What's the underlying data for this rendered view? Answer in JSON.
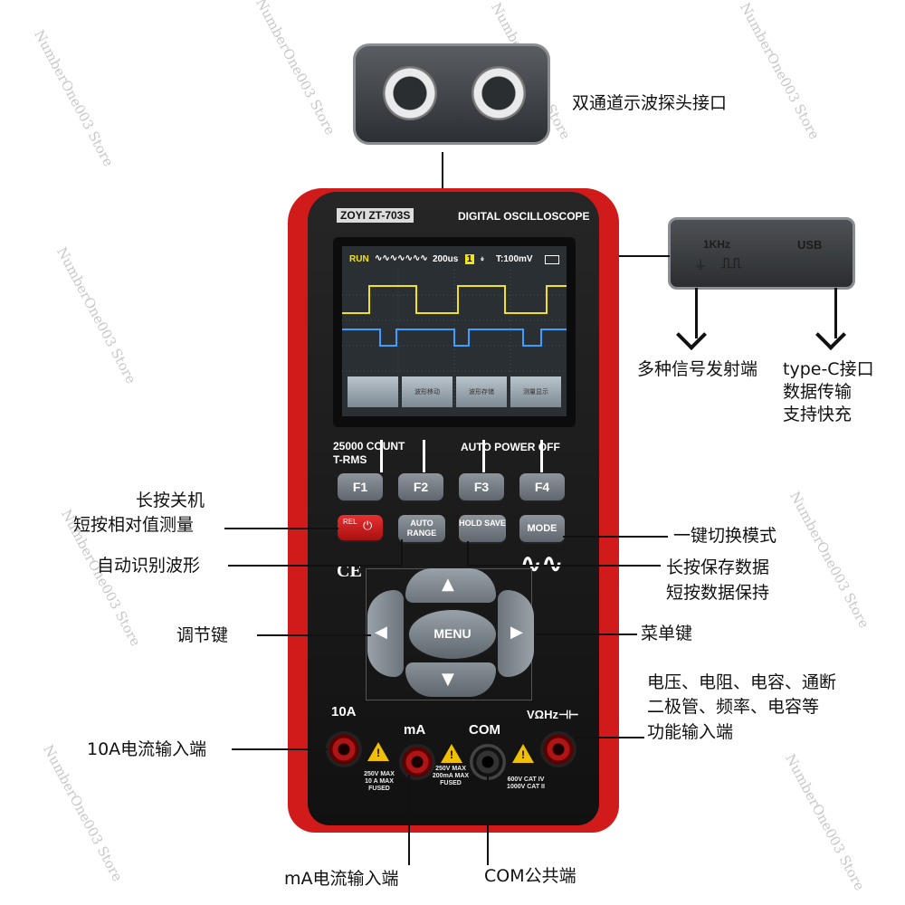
{
  "device": {
    "brand_model": "ZOYI ZT-703S",
    "title": "DIGITAL OSCILLOSCOPE",
    "counts": "25000 COUNT",
    "trms": "T-RMS",
    "auto_power_off": "AUTO POWER OFF",
    "screen": {
      "run": "RUN",
      "timebase": "200us",
      "channel": "1",
      "trigger": "T:100mV",
      "softkeys": [
        "",
        "波形移动",
        "波形存储",
        "测量显示"
      ]
    },
    "buttons": {
      "f1": "F1",
      "f2": "F2",
      "f3": "F3",
      "f4": "F4",
      "rel": "REL",
      "auto_range": "AUTO RANGE",
      "hold_save": "HOLD SAVE",
      "mode": "MODE",
      "menu": "MENU"
    },
    "ports": {
      "a10": "10A",
      "ma": "mA",
      "com": "COM",
      "v_ohm_hz": "VΩHz⊣⊢",
      "note_10a": "250V MAX 10 A MAX FUSED",
      "note_ma": "250V MAX 200mA MAX FUSED",
      "note_v": "600V CAT IV 1000V CAT II"
    },
    "port_panel": {
      "freq": "1KHz",
      "usb": "USB"
    }
  },
  "callouts": {
    "probe_interface": "双通道示波探头接口",
    "signal_output": "多种信号发射端",
    "typec": [
      "type-C接口",
      "数据传输",
      "支持快充"
    ],
    "long_press_off": [
      "长按关机",
      "短按相对值测量"
    ],
    "auto_detect": "自动识别波形",
    "mode_switch": "一键切换模式",
    "hold_save": [
      "长按保存数据",
      "短按数据保持"
    ],
    "adjust_keys": "调节键",
    "menu_key": "菜单键",
    "functions": [
      "电压、电阻、电容、通断",
      "二极管、频率、电容等",
      "功能输入端"
    ],
    "current_10a": "10A电流输入端",
    "ma_input": "mA电流输入端",
    "com_common": "COM公共端"
  },
  "watermark": "NumberOne003 Store",
  "colors": {
    "body_red": "#d11a1a",
    "body_black": "#161616",
    "button_gray": "#7a828a",
    "screen_bg": "#2a2f33",
    "trace_yellow": "#f2e21a",
    "trace_blue": "#3aa0ff"
  }
}
